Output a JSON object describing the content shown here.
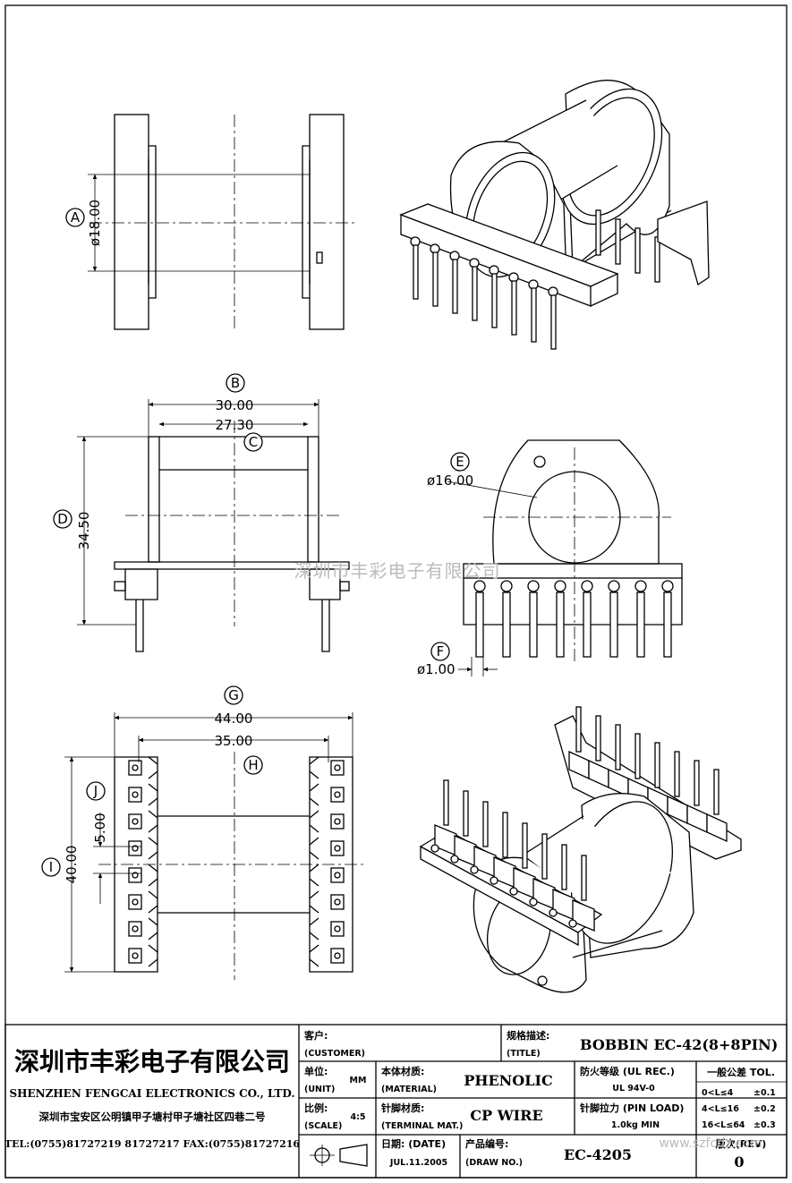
{
  "markers": {
    "a": "A",
    "b": "B",
    "c": "C",
    "d": "D",
    "e": "E",
    "f": "F",
    "g": "G",
    "h": "H",
    "i": "I",
    "j": "J"
  },
  "dims": {
    "a": "ø18.00",
    "b": "30.00",
    "c": "27.30",
    "d": "34.50",
    "e": "ø16.00",
    "f": "ø1.00",
    "g": "44.00",
    "h": "35.00",
    "i": "40.00",
    "j": "5.00"
  },
  "watermark": "深圳市丰彩电子有限公司",
  "watermark_url": "www.szfcdz.com",
  "company": {
    "name_cn": "深圳市丰彩电子有限公司",
    "name_en": "SHENZHEN FENGCAI ELECTRONICS CO., LTD.",
    "address": "深圳市宝安区公明镇甲子塘村甲子塘社区四巷二号",
    "phone": "TEL:(0755)81727219  81727217   FAX:(0755)81727216"
  },
  "title_block": {
    "customer_cn": "客户:",
    "customer_en": "(CUSTOMER)",
    "title_cn": "规格描述:",
    "title_en": "(TITLE)",
    "title_value": "BOBBIN EC-42(8+8PIN)",
    "unit_cn": "单位:",
    "unit_en": "(UNIT)",
    "unit_value": "MM",
    "material_cn": "本体材质:",
    "material_en": "(MATERIAL)",
    "material_value": "PHENOLIC",
    "ul_cn": "防火等级 (UL REC.)",
    "ul_value": "UL 94V-0",
    "tol_cn": "一般公差 TOL.",
    "tol_rows": [
      {
        "range": "0<L≤4",
        "value": "±0.1"
      },
      {
        "range": "4<L≤16",
        "value": "±0.2"
      },
      {
        "range": "16<L≤64",
        "value": "±0.3"
      }
    ],
    "scale_cn": "比例:",
    "scale_en": "(SCALE)",
    "scale_value": "4:5",
    "terminal_cn": "针脚材质:",
    "terminal_en": "(TERMINAL MAT.)",
    "terminal_value": "CP WIRE",
    "pinload_cn": "针脚拉力 (PIN LOAD)",
    "pinload_value": "1.0kg MIN",
    "date_cn": "日期: (DATE)",
    "date_value": "JUL.11.2005",
    "drawno_cn": "产品编号:",
    "drawno_en": "(DRAW NO.)",
    "drawno_value": "EC-4205",
    "rev_cn": "版次(REV)",
    "rev_value": "0"
  }
}
